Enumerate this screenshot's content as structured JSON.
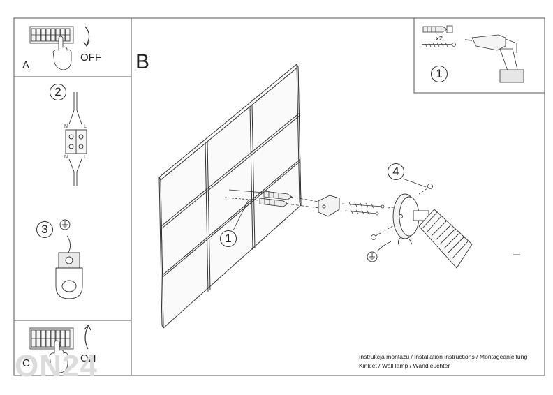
{
  "panels": {
    "a": {
      "letter": "A",
      "switch_text": "OFF"
    },
    "b": {
      "letter": "B"
    },
    "c": {
      "letter": "C",
      "switch_text": "ON"
    }
  },
  "steps": {
    "one_top": "1",
    "two": "2",
    "three": "3",
    "one_wall": "1",
    "four": "4"
  },
  "multiplier": "x2",
  "wiring": {
    "n_top": "N",
    "l_top": "L",
    "n_bottom": "N",
    "l_bottom": "L"
  },
  "caption": {
    "line1": "Instrukcja montażu / installation instructions / Montageanleitung",
    "line2": "Kinkiet / Wall lamp / Wandleuchter"
  },
  "watermark": "ON24",
  "icons": [
    "hand-pointer-icon",
    "curved-arrow-icon",
    "ground-symbol-icon",
    "drill-icon",
    "wall-plug-icon",
    "screw-icon",
    "terminal-block-icon",
    "wall-lamp-icon"
  ]
}
